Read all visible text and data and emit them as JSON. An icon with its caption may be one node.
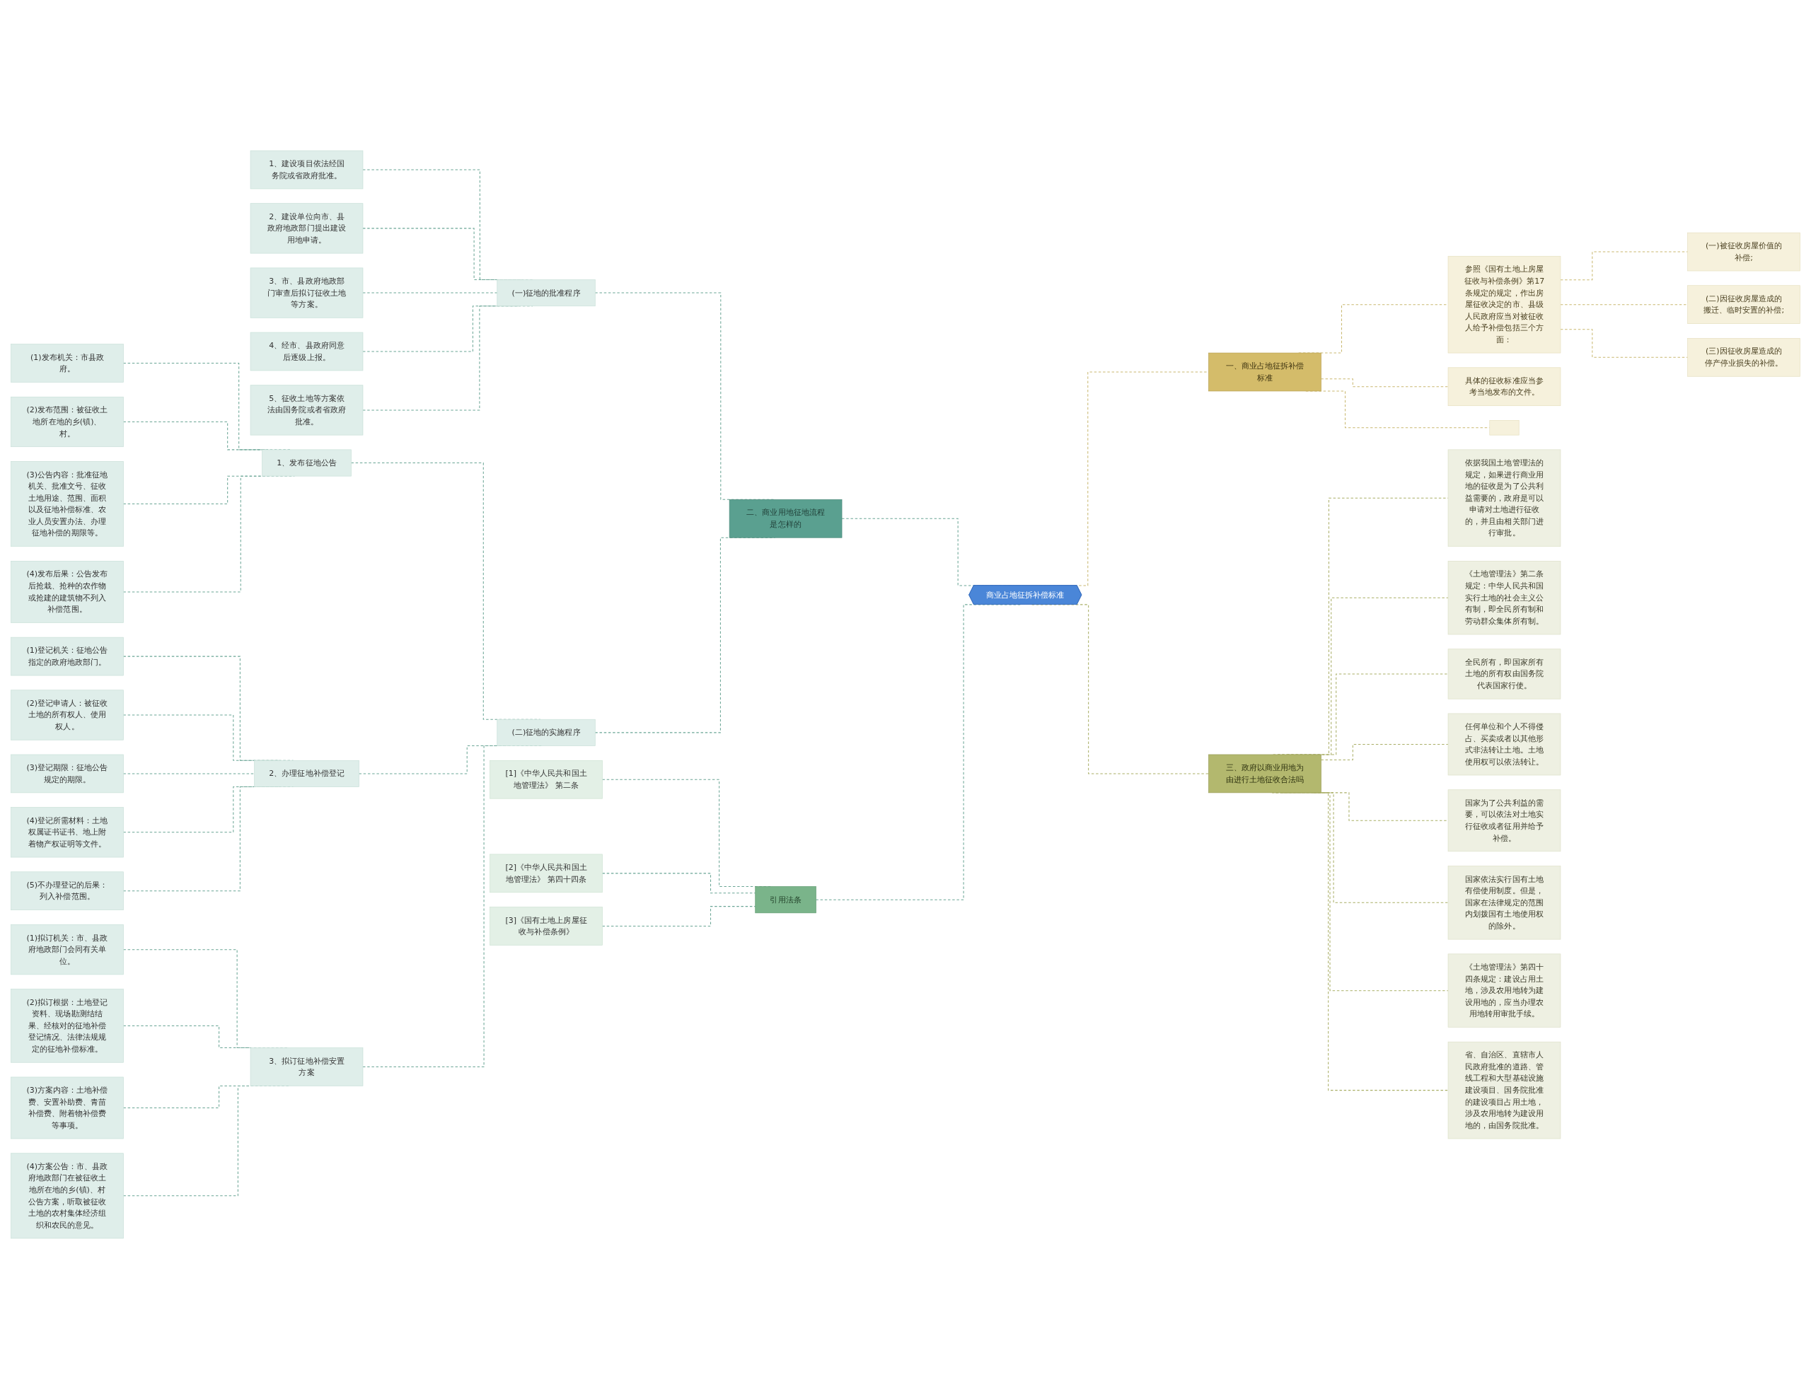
{
  "diagram": {
    "nodes": [
      {
        "text": [
          "商业占地征拆补偿标准"
        ]
      },
      {
        "text": [
          "二、商业用地征地流程是怎样的"
        ]
      },
      {
        "text": [
          "(一)征地的批准程序"
        ]
      },
      {
        "text": [
          "1、建设项目依法经国务院或省政府批准。"
        ]
      },
      {
        "text": [
          "2、建设单位向市、县政府地政部门提出建设用地申请。"
        ]
      },
      {
        "text": [
          "3、市、县政府地政部门审查后拟订征收土地等方案。"
        ]
      },
      {
        "text": [
          "4、经市、县政府同意后逐级上报。"
        ]
      },
      {
        "text": [
          "5、征收土地等方案依法由国务院或者省政府批准。"
        ]
      },
      {
        "text": [
          "(二)征地的实施程序"
        ]
      },
      {
        "text": [
          "1、发布征地公告"
        ]
      },
      {
        "text": [
          "(1)发布机关：市县政府。"
        ]
      },
      {
        "text": [
          "(2)发布范围：被征收土地所在地的乡(镇)、村。"
        ]
      },
      {
        "text": [
          "(3)公告内容：批准征地机关、批准文号、征收土地用途、范围、面积以及征地补偿标准、农业人员安置办法、办理征地补偿的期限等。"
        ]
      },
      {
        "text": [
          "(4)发布后果：公告发布后抢栽、抢种的农作物或抢建的建筑物不列入补偿范围。"
        ]
      },
      {
        "text": [
          "2、办理征地补偿登记"
        ]
      },
      {
        "text": [
          "(1)登记机关：征地公告指定的政府地政部门。"
        ]
      },
      {
        "text": [
          "(2)登记申请人：被征收土地的所有权人、使用权人。"
        ]
      },
      {
        "text": [
          "(3)登记期限：征地公告规定的期限。"
        ]
      },
      {
        "text": [
          "(4)登记所需材料：土地权属证书证书、地上附着物产权证明等文件。"
        ]
      },
      {
        "text": [
          "(5)不办理登记的后果：列入补偿范围。"
        ]
      },
      {
        "text": [
          "3、拟订征地补偿安置方案"
        ]
      },
      {
        "text": [
          "(1)拟订机关：市、县政府地政部门会同有关单位。"
        ]
      },
      {
        "text": [
          "(2)拟订根据：土地登记资料、现场勘测结结果、经核对的征地补偿登记情况、法律法规规定的征地补偿标准。"
        ]
      },
      {
        "text": [
          "(3)方案内容：土地补偿费、安置补助费、青苗补偿费、附着物补偿费等事项。"
        ]
      },
      {
        "text": [
          "(4)方案公告：市、县政府地政部门在被征收土地所在地的乡(镇)、村公告方案，听取被征收土地的农村集体经济组织和农民的意见。"
        ]
      },
      {
        "text": [
          "引用法条"
        ]
      },
      {
        "text": [
          "[1]《中华人民共和国土地管理法》 第二条"
        ]
      },
      {
        "text": [
          "[2]《中华人民共和国土地管理法》 第四十四条"
        ]
      },
      {
        "text": [
          "[3]《国有土地上房屋征收与补偿条例》"
        ]
      },
      {
        "text": [
          "一、商业占地征拆补偿标准"
        ]
      },
      {
        "text": [
          "参照《国有土地上房屋征收与补偿条例》第17条规定的规定，作出房屋征收决定的市、县级人民政府应当对被征收人给予补偿包括三个方面："
        ]
      },
      {
        "text": [
          "(一)被征收房屋价值的补偿;"
        ]
      },
      {
        "text": [
          "(二)因征收房屋造成的搬迁、临时安置的补偿;"
        ]
      },
      {
        "text": [
          "(三)因征收房屋造成的停产停业损失的补偿。"
        ]
      },
      {
        "text": [
          "具体的征收标准应当参考当地发布的文件。"
        ]
      },
      {
        "text": [],
        "shape": "box"
      },
      {
        "text": [
          "三、政府以商业用地为由进行土地征收合法吗"
        ]
      },
      {
        "text": [
          "依据我国土地管理法的规定，如果进行商业用地的征收是为了公共利益需要的，政府是可以申请对土地进行征收的，并且由相关部门进行审批。"
        ]
      },
      {
        "text": [
          "《土地管理法》第二条规定：中华人民共和国实行土地的社会主义公有制，即全民所有制和劳动群众集体所有制。"
        ]
      },
      {
        "text": [
          "全民所有，即国家所有土地的所有权由国务院代表国家行使。"
        ]
      },
      {
        "text": [
          "任何单位和个人不得侵占、买卖或者以其他形式非法转让土地。土地使用权可以依法转让。"
        ]
      },
      {
        "text": [
          "国家为了公共利益的需要，可以依法对土地实行征收或者征用并给予补偿。"
        ]
      },
      {
        "text": [
          "国家依法实行国有土地有偿使用制度。但是，国家在法律规定的范围内划拨国有土地使用权的除外。"
        ]
      },
      {
        "text": [
          "《土地管理法》第四十四条规定：建设占用土地，涉及农用地转为建设用地的，应当办理农用地转用审批手续。"
        ]
      },
      {
        "text": [
          "省、自治区、直辖市人民政府批准的道路、管线工程和大型基础设施建设项目、国务院批准的建设项目占用土地，涉及农用地转为建设用地的，由国务院批准。"
        ]
      }
    ],
    "edges": [
      {
        "from": 1,
        "to": 0,
        "arrow": "none",
        "style": "dashed"
      },
      {
        "from": 2,
        "to": 1,
        "arrow": "none",
        "style": "dashed"
      },
      {
        "from": 3,
        "to": 2,
        "arrow": "none",
        "style": "dashed"
      },
      {
        "from": 4,
        "to": 2,
        "arrow": "none",
        "style": "dashed"
      },
      {
        "from": 5,
        "to": 2,
        "arrow": "none",
        "style": "dashed"
      },
      {
        "from": 6,
        "to": 2,
        "arrow": "none",
        "style": "dashed"
      },
      {
        "from": 7,
        "to": 2,
        "arrow": "none",
        "style": "dashed"
      },
      {
        "from": 8,
        "to": 1,
        "arrow": "none",
        "style": "dashed"
      },
      {
        "from": 9,
        "to": 8,
        "arrow": "none",
        "style": "dashed"
      },
      {
        "from": 10,
        "to": 9,
        "arrow": "none",
        "style": "dashed"
      },
      {
        "from": 11,
        "to": 9,
        "arrow": "none",
        "style": "dashed"
      },
      {
        "from": 12,
        "to": 9,
        "arrow": "none",
        "style": "dashed"
      },
      {
        "from": 13,
        "to": 9,
        "arrow": "none",
        "style": "dashed"
      },
      {
        "from": 14,
        "to": 8,
        "arrow": "none",
        "style": "dashed"
      },
      {
        "from": 15,
        "to": 14,
        "arrow": "none",
        "style": "dashed"
      },
      {
        "from": 16,
        "to": 14,
        "arrow": "none",
        "style": "dashed"
      },
      {
        "from": 17,
        "to": 14,
        "arrow": "none",
        "style": "dashed"
      },
      {
        "from": 18,
        "to": 14,
        "arrow": "none",
        "style": "dashed"
      },
      {
        "from": 19,
        "to": 14,
        "arrow": "none",
        "style": "dashed"
      },
      {
        "from": 20,
        "to": 8,
        "arrow": "none",
        "style": "dashed"
      },
      {
        "from": 21,
        "to": 20,
        "arrow": "none",
        "style": "dashed"
      },
      {
        "from": 22,
        "to": 20,
        "arrow": "none",
        "style": "dashed"
      },
      {
        "from": 23,
        "to": 20,
        "arrow": "none",
        "style": "dashed"
      },
      {
        "from": 24,
        "to": 20,
        "arrow": "none",
        "style": "dashed"
      },
      {
        "from": 25,
        "to": 0,
        "arrow": "none",
        "style": "dashed"
      },
      {
        "from": 26,
        "to": 25,
        "arrow": "none",
        "style": "dashed"
      },
      {
        "from": 27,
        "to": 25,
        "arrow": "none",
        "style": "dashed"
      },
      {
        "from": 28,
        "to": 25,
        "arrow": "none",
        "style": "dashed"
      },
      {
        "from": 0,
        "to": 29,
        "arrow": "none",
        "style": "dashed",
        "color": "#c9b870"
      },
      {
        "from": 29,
        "to": 30,
        "arrow": "none",
        "style": "dashed",
        "color": "#c9b870"
      },
      {
        "from": 30,
        "to": 31,
        "arrow": "none",
        "style": "dashed",
        "color": "#c9b870"
      },
      {
        "from": 30,
        "to": 32,
        "arrow": "none",
        "style": "dashed",
        "color": "#c9b870"
      },
      {
        "from": 30,
        "to": 33,
        "arrow": "none",
        "style": "dashed",
        "color": "#c9b870"
      },
      {
        "from": 29,
        "to": 34,
        "arrow": "none",
        "style": "dashed",
        "color": "#c9b870"
      },
      {
        "from": 29,
        "to": 35,
        "arrow": "none",
        "style": "dashed",
        "color": "#c9b870"
      },
      {
        "from": 0,
        "to": 36,
        "arrow": "none",
        "style": "dashed",
        "color": "#a9ae66"
      },
      {
        "from": 36,
        "to": 37,
        "arrow": "none",
        "style": "dashed",
        "color": "#a9ae66"
      },
      {
        "from": 36,
        "to": 38,
        "arrow": "none",
        "style": "dashed",
        "color": "#a9ae66"
      },
      {
        "from": 36,
        "to": 39,
        "arrow": "none",
        "style": "dashed",
        "color": "#a9ae66"
      },
      {
        "from": 36,
        "to": 40,
        "arrow": "none",
        "style": "dashed",
        "color": "#a9ae66"
      },
      {
        "from": 36,
        "to": 41,
        "arrow": "none",
        "style": "dashed",
        "color": "#a9ae66"
      },
      {
        "from": 36,
        "to": 42,
        "arrow": "none",
        "style": "dashed",
        "color": "#a9ae66"
      },
      {
        "from": 36,
        "to": 43,
        "arrow": "none",
        "style": "dashed",
        "color": "#a9ae66"
      },
      {
        "from": 36,
        "to": 44,
        "arrow": "none",
        "style": "dashed",
        "color": "#a9ae66"
      }
    ]
  }
}
